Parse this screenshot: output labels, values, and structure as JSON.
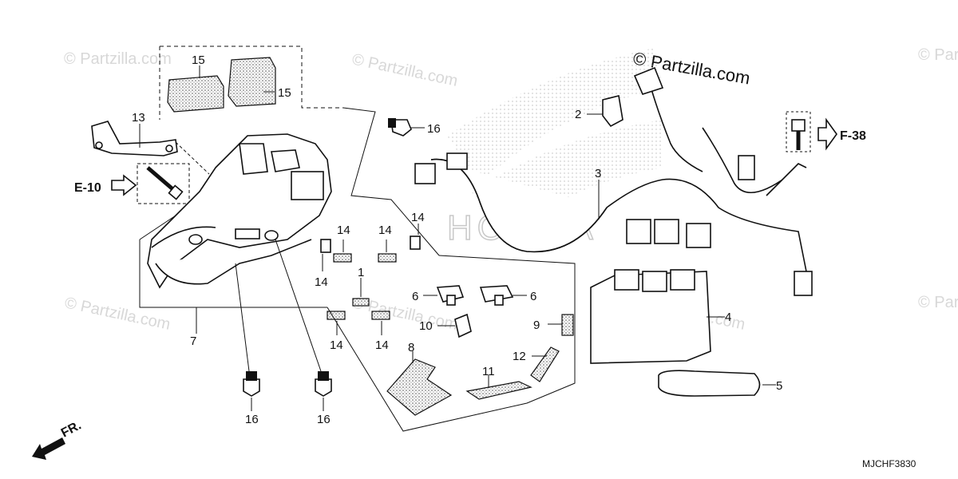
{
  "brand": "© Partzilla.com",
  "watermark": "© Partzilla.com",
  "diagram_code": "MJCHF3830",
  "direction_label": "FR.",
  "refs": {
    "left": "E-10",
    "right": "F-38"
  },
  "callouts": {
    "c1": "1",
    "c2": "2",
    "c3": "3",
    "c4": "4",
    "c5": "5",
    "c6a": "6",
    "c6b": "6",
    "c7": "7",
    "c8": "8",
    "c9": "9",
    "c10": "10",
    "c11": "11",
    "c12": "12",
    "c13": "13",
    "c14a": "14",
    "c14b": "14",
    "c14c": "14",
    "c14d": "14",
    "c14e": "14",
    "c14f": "14",
    "c15a": "15",
    "c15b": "15",
    "c16a": "16",
    "c16b": "16",
    "c16c": "16"
  }
}
